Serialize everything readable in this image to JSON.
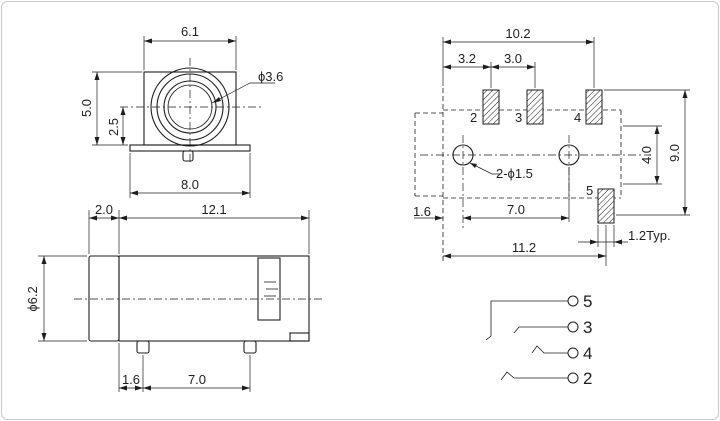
{
  "front_view": {
    "width": "6.1",
    "diameter": "ϕ3.6",
    "height": "5.0",
    "half_height": "2.5",
    "base_width": "8.0"
  },
  "side_view": {
    "head_length": "2.0",
    "body_length": "12.1",
    "diameter": "ϕ6.2",
    "pin_offset": "1.6",
    "pin_spacing": "7.0"
  },
  "footprint": {
    "overall_width": "10.2",
    "pad_pitch_1": "3.2",
    "pad_pitch_2": "3.0",
    "row_spacing": "9.0",
    "hole_row_offset": "4.0",
    "hole_label": "2-ϕ1.5",
    "left_offset": "1.6",
    "hole_spacing": "7.0",
    "total_length": "11.2",
    "pad_width": "1.2Typ.",
    "pad_labels": [
      "2",
      "3",
      "4",
      "5"
    ]
  },
  "schematic": {
    "pins": [
      "5",
      "3",
      "4",
      "2"
    ]
  }
}
